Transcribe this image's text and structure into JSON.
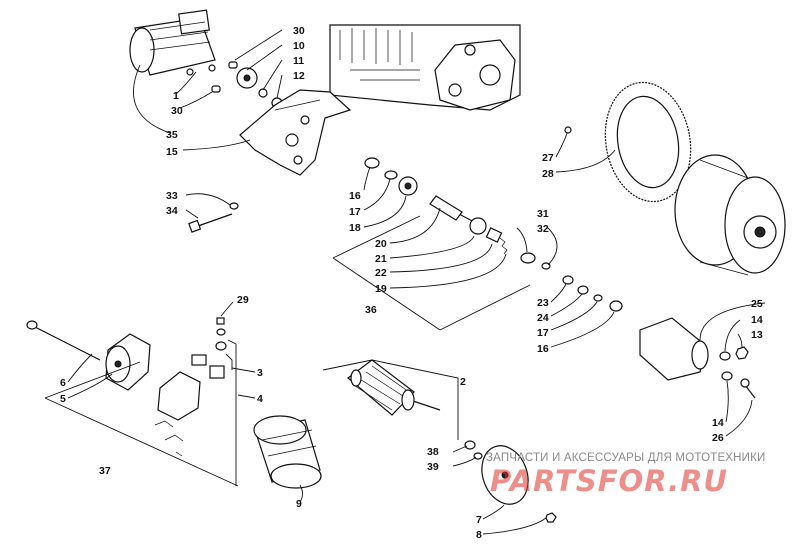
{
  "diagram": {
    "callouts": [
      {
        "id": "c30a",
        "text": "30"
      },
      {
        "id": "c10",
        "text": "10"
      },
      {
        "id": "c11",
        "text": "11"
      },
      {
        "id": "c12",
        "text": "12"
      },
      {
        "id": "c1",
        "text": "1"
      },
      {
        "id": "c30b",
        "text": "30"
      },
      {
        "id": "c35",
        "text": "35"
      },
      {
        "id": "c15",
        "text": "15"
      },
      {
        "id": "c33",
        "text": "33"
      },
      {
        "id": "c34",
        "text": "34"
      },
      {
        "id": "c16a",
        "text": "16"
      },
      {
        "id": "c17a",
        "text": "17"
      },
      {
        "id": "c18",
        "text": "18"
      },
      {
        "id": "c20",
        "text": "20"
      },
      {
        "id": "c21",
        "text": "21"
      },
      {
        "id": "c22",
        "text": "22"
      },
      {
        "id": "c19",
        "text": "19"
      },
      {
        "id": "c36",
        "text": "36"
      },
      {
        "id": "c31",
        "text": "31"
      },
      {
        "id": "c32",
        "text": "32"
      },
      {
        "id": "c23",
        "text": "23"
      },
      {
        "id": "c24",
        "text": "24"
      },
      {
        "id": "c17b",
        "text": "17"
      },
      {
        "id": "c16b",
        "text": "16"
      },
      {
        "id": "c27",
        "text": "27"
      },
      {
        "id": "c28",
        "text": "28"
      },
      {
        "id": "c25",
        "text": "25"
      },
      {
        "id": "c14a",
        "text": "14"
      },
      {
        "id": "c13",
        "text": "13"
      },
      {
        "id": "c14b",
        "text": "14"
      },
      {
        "id": "c26",
        "text": "26"
      },
      {
        "id": "c29",
        "text": "29"
      },
      {
        "id": "c3",
        "text": "3"
      },
      {
        "id": "c4",
        "text": "4"
      },
      {
        "id": "c6",
        "text": "6"
      },
      {
        "id": "c5",
        "text": "5"
      },
      {
        "id": "c37",
        "text": "37"
      },
      {
        "id": "c9",
        "text": "9"
      },
      {
        "id": "c2",
        "text": "2"
      },
      {
        "id": "c38",
        "text": "38"
      },
      {
        "id": "c39",
        "text": "39"
      },
      {
        "id": "c7",
        "text": "7"
      },
      {
        "id": "c8",
        "text": "8"
      }
    ]
  },
  "watermark": {
    "line1": "ЗАПЧАСТИ И АКСЕССУАРЫ ДЛЯ МОТОТЕХНИКИ",
    "logo": "PARTSFOR.RU"
  }
}
